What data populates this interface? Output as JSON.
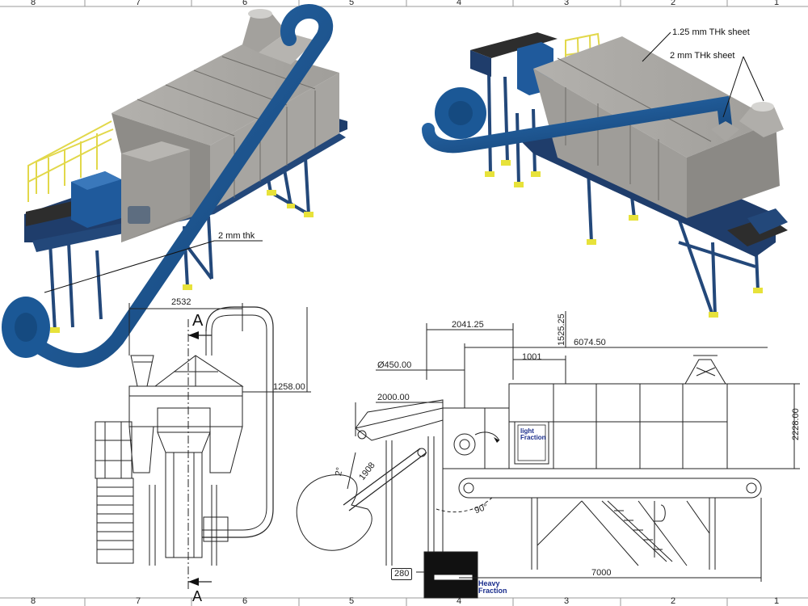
{
  "zones": [
    "8",
    "7",
    "6",
    "5",
    "4",
    "3",
    "2",
    "1"
  ],
  "callouts": {
    "thk_125": "1.25 mm THk sheet",
    "thk_2_right": "2 mm THk sheet",
    "thk_2_left": "2 mm thk"
  },
  "section": {
    "letter": "A"
  },
  "dimensions": {
    "d2532": "2532",
    "d1258": "1258.00",
    "d2041": "2041.25",
    "d1525": "1525.25",
    "d6074": "6074.50",
    "d1001": "1001",
    "d450": "Ø450.00",
    "d2000": "2000.00",
    "d2228": "2228.00",
    "d1908": "1908",
    "d2deg": "2°",
    "d90deg": "90°",
    "d280": "280",
    "d7000": "7000"
  },
  "fractions": {
    "light_1": "light",
    "light_2": "Fraction",
    "heavy_1": "Heavy",
    "heavy_2": "Fraction"
  },
  "colors": {
    "duct_blue": "#1b5896",
    "casing_gray": "#9a9894",
    "frame_blue": "#23487a",
    "rail_yellow": "#e2d84a",
    "foot_yellow": "#e7e23a",
    "belt_dark": "#2d2d2d"
  }
}
